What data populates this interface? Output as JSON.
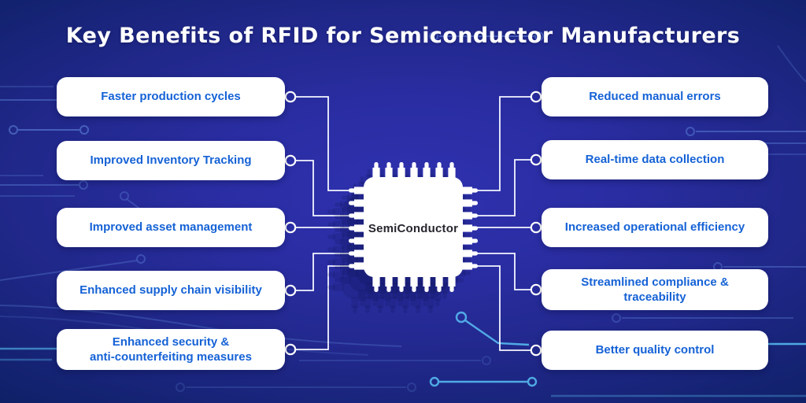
{
  "title": "Key Benefits of RFID for Semiconductor Manufacturers",
  "chip": {
    "label": "SemiConductor"
  },
  "left_benefits": [
    {
      "label": "Faster production cycles"
    },
    {
      "label": "Improved Inventory Tracking"
    },
    {
      "label": "Improved asset management"
    },
    {
      "label": "Enhanced supply chain visibility"
    },
    {
      "label": "Enhanced security &\nanti-counterfeiting measures"
    }
  ],
  "right_benefits": [
    {
      "label": "Reduced manual errors"
    },
    {
      "label": "Real-time data collection"
    },
    {
      "label": "Increased operational efficiency"
    },
    {
      "label": "Streamlined compliance &\ntraceability"
    },
    {
      "label": "Better quality control"
    }
  ],
  "colors": {
    "background_center": "#2e31ae",
    "background_edge": "#02184a",
    "box_background": "#ffffff",
    "benefit_text": "#1562d6",
    "title_text": "#ffffff",
    "connector_line": "#ffffff",
    "circuit_trace": "#6a95e8",
    "circuit_trace_bright": "#59c2f5",
    "chip_body": "#ffffff",
    "chip_label": "#26262e"
  }
}
